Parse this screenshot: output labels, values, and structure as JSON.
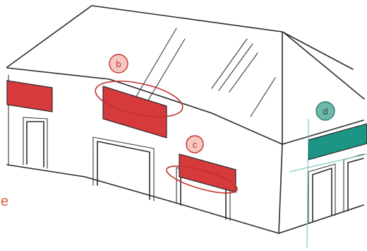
{
  "colors": {
    "ink": "#2b2b2b",
    "sign_red": "#d63a3c",
    "sign_teal": "#1c9585",
    "circle_red": "#c0322e",
    "badge_pink": "#f6c6c0",
    "badge_teal": "#6fb7a8",
    "guide_teal": "#7fc7c0"
  },
  "labels": {
    "b": "b",
    "c": "c",
    "d": "d",
    "edge_text": "e"
  }
}
